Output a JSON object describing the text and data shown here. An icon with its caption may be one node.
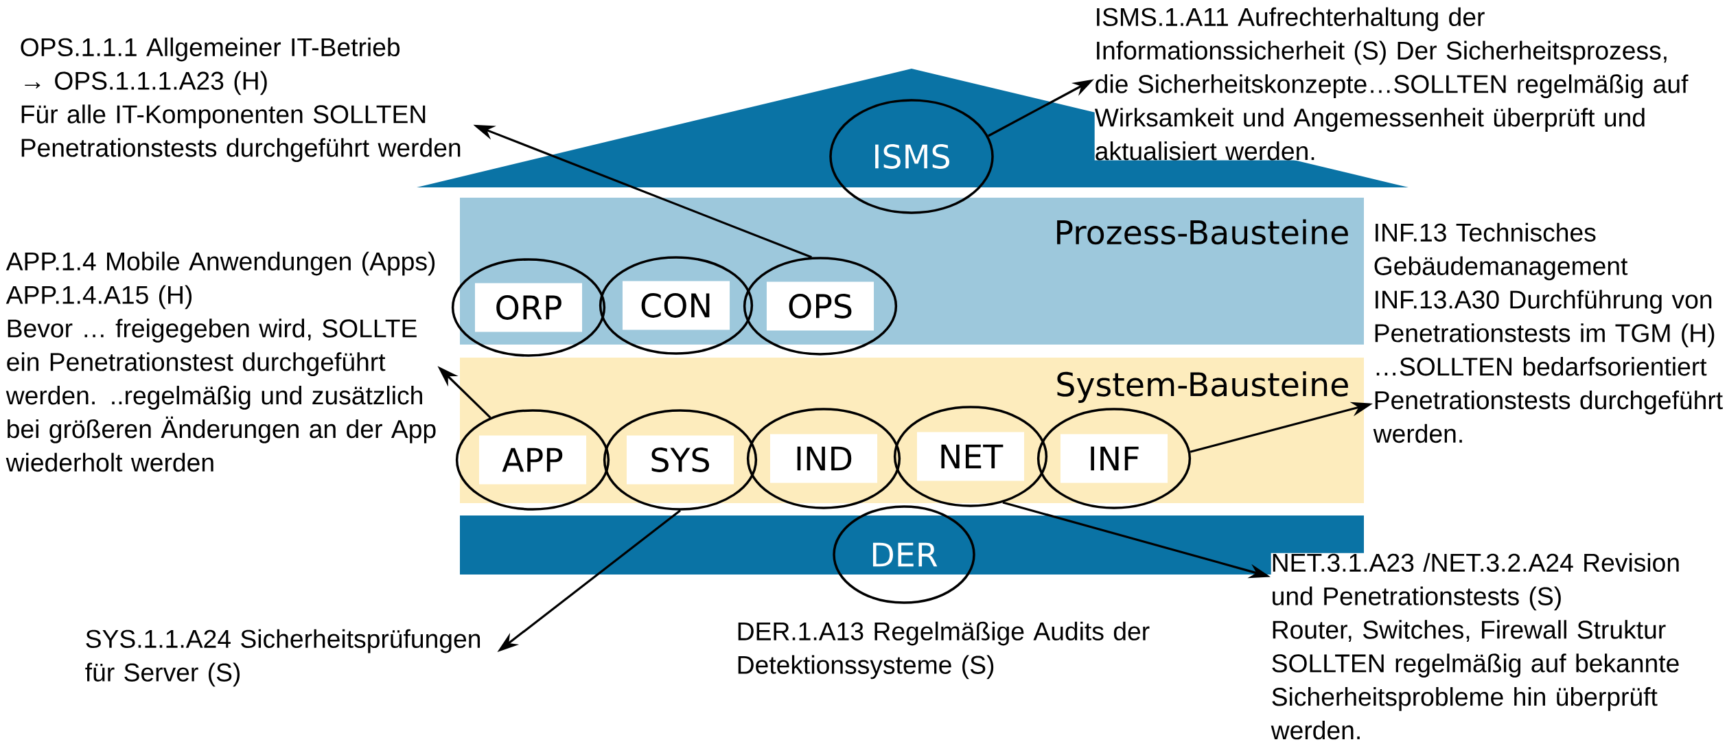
{
  "diagram": {
    "nodes": [
      {
        "text": [
          "OPS.1.1.1 Allgemeiner IT-Betrieb",
          "→ OPS.1.1.1.A23 (H)",
          "Für alle IT-Komponenten SOLLTEN Penetrationstests durchgeführt werden"
        ]
      },
      {
        "text": [
          "ISMS.1.A11 Aufrechterhaltung der Informationssicherheit (S) Der Sicherheitsprozess, die Sicherheitskonzepte…SOLLTEN regelmäßig auf Wirksamkeit und Angemessenheit überprüft und aktualisiert werden."
        ]
      },
      {
        "text": [
          "ISMS"
        ]
      },
      {
        "text": [
          "INF.13 Technisches Gebäudemanagement",
          "INF.13.A30 Durchführung von Penetrationstests im TGM (H)",
          "…SOLLTEN bedarfsorientiert Penetrationstests durchgeführt werden."
        ]
      },
      {
        "text": [
          "ORP"
        ]
      },
      {
        "text": [
          "CON"
        ]
      },
      {
        "text": [
          "OPS"
        ]
      },
      {
        "text": [
          "APP.1.4 Mobile Anwendungen (Apps)",
          "APP.1.4.A15 (H)",
          "Bevor … freigegeben wird, SOLLTE ein Penetrationstest durchgeführt werden. ..regelmäßig und zusätzlich bei größeren Änderungen an der App wiederholt werden"
        ]
      },
      {
        "text": [
          "APP"
        ]
      },
      {
        "text": [
          "SYS"
        ]
      },
      {
        "text": [
          "IND"
        ]
      },
      {
        "text": [
          "NET"
        ]
      },
      {
        "text": [
          "INF"
        ]
      },
      {
        "text": [
          "DER"
        ],
        "beside": [
          "DER.1.A13 Regelmäßige Audits der Detektionssysteme (S)"
        ]
      },
      {
        "text": [
          "SYS.1.1.A24 Sicherheitsprüfungen für Server (S)"
        ]
      },
      {
        "text": [
          "NET.3.1.A23 /NET.3.2.A24 Revision und Penetrationstests (S)",
          "Router, Switches, Firewall Struktur SOLLTEN regelmäßig auf bekannte Sicherheitsprobleme hin überprüft werden."
        ]
      }
    ],
    "edges": [
      {
        "from": 6,
        "to": 0,
        "arrow": "to"
      },
      {
        "from": 2,
        "to": 1,
        "arrow": "to"
      },
      {
        "from": 8,
        "to": 7,
        "arrow": "to"
      },
      {
        "from": 9,
        "to": 14,
        "arrow": "to"
      },
      {
        "from": 12,
        "to": 3,
        "arrow": "to"
      },
      {
        "from": 11,
        "to": 15,
        "arrow": "to"
      }
    ],
    "labels": [
      "Prozess-Bausteine",
      "System-Bausteine"
    ]
  }
}
